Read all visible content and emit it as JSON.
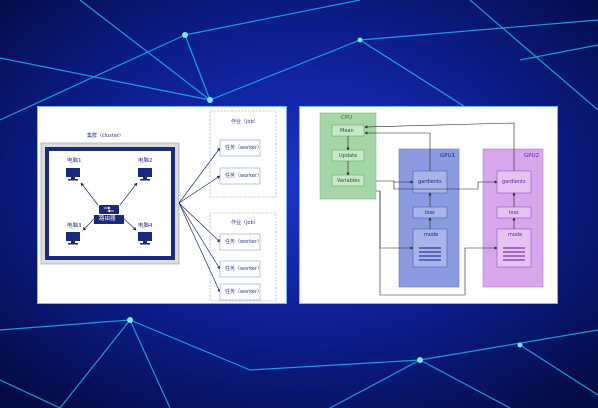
{
  "left_diagram": {
    "cluster_label": "集群（cluster）",
    "computers": [
      "电脑1",
      "电脑2",
      "电脑3",
      "电脑4"
    ],
    "router_label": "路由器",
    "jobs": [
      {
        "label": "作业（job）",
        "workers": [
          "任务（worker）",
          "任务（worker）"
        ]
      },
      {
        "label": "作业（job）",
        "workers": [
          "任务（worker）",
          "任务（worker）",
          "任务（worker）"
        ]
      }
    ]
  },
  "right_diagram": {
    "cpu": {
      "title": "CPU",
      "nodes": [
        "Mean",
        "Update",
        "Variables"
      ]
    },
    "gpus": [
      {
        "title": "GPU1",
        "gradients": "gardients",
        "loss": "loss",
        "model": "mode"
      },
      {
        "title": "GPU2",
        "gradients": "gardients",
        "loss": "loss",
        "model": "mode"
      }
    ]
  },
  "colors": {
    "background": "#0a1670",
    "network_line": "#29b6f6",
    "cluster_navy": "#1b2a7a",
    "cpu_green": "#a5d6a7",
    "gpu1_blue": "#8c9be0",
    "gpu2_purple": "#d8a6ec"
  }
}
